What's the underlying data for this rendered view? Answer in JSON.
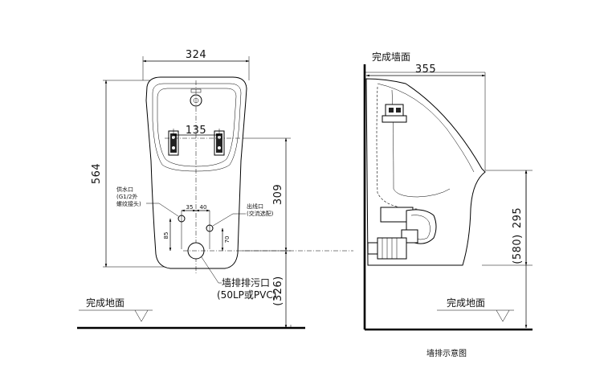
{
  "caption": "墙排示意图",
  "front_view": {
    "width": "324",
    "height": "564",
    "inner_width": "135",
    "inlet_height": "309",
    "drain_height": "(326)",
    "offset_left": "35",
    "offset_right": "40",
    "inlet_offset": "85",
    "outlet_offset": "70",
    "supply_label": [
      "供水口",
      "(G1/2外",
      "螺纹接头)"
    ],
    "outlet_label": [
      "出线口",
      "(交流选配)"
    ],
    "drain_label": [
      "墙排排污口",
      "(50LP或PVC)"
    ],
    "floor_label": "完成地面"
  },
  "side_view": {
    "depth": "355",
    "rim_height": "295",
    "drain_height": "(580)",
    "wall_label": "完成墙面",
    "floor_label": "完成地面"
  }
}
